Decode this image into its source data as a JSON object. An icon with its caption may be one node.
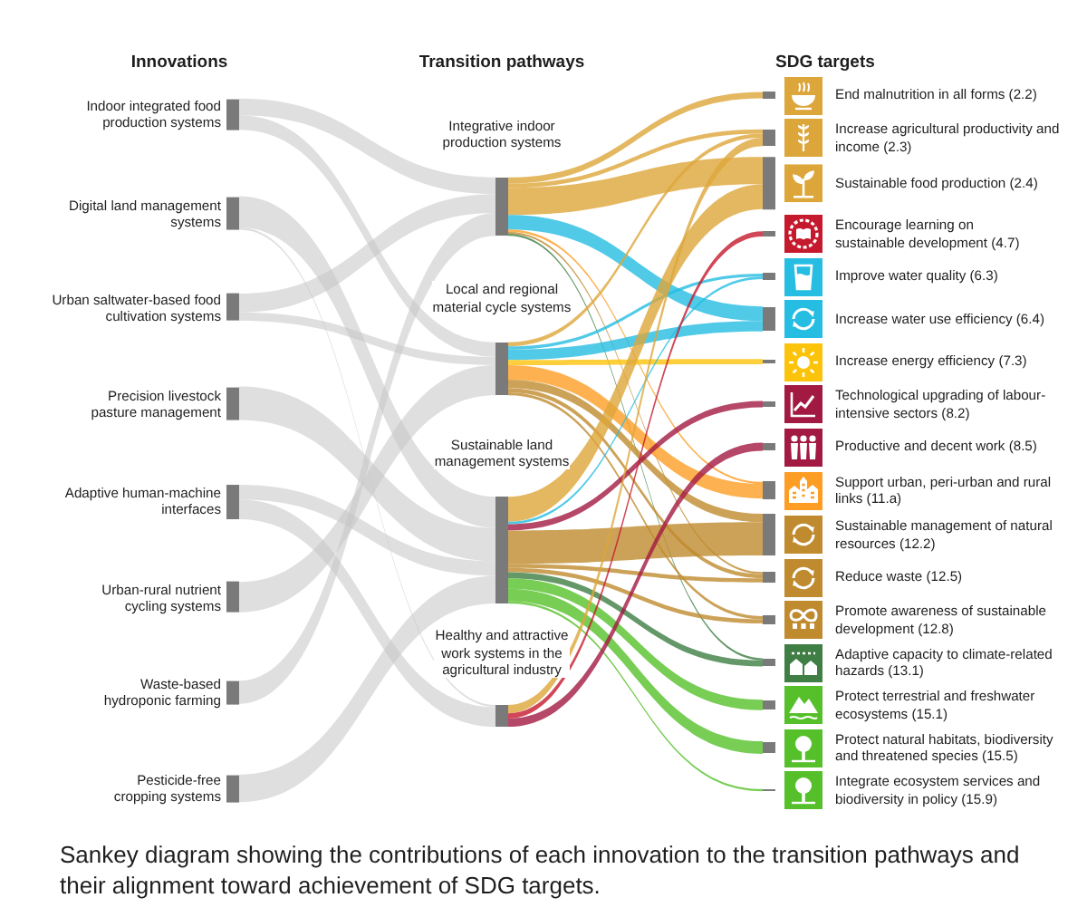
{
  "diagram": {
    "caption": "Sankey diagram showing the contributions of each innovation to the transition pathways and their alignment toward achievement of SDG targets.",
    "nodes": [
      {
        "text": [
          "Indoor integrated food production systems"
        ]
      },
      {
        "text": [
          "Digital land management systems"
        ]
      },
      {
        "text": [
          "Urban saltwater-based food cultivation systems"
        ]
      },
      {
        "text": [
          "Precision livestock pasture management"
        ]
      },
      {
        "text": [
          "Adaptive human-machine interfaces"
        ]
      },
      {
        "text": [
          "Urban-rural nutrient cycling systems"
        ]
      },
      {
        "text": [
          "Waste-based hydroponic farming"
        ]
      },
      {
        "text": [
          "Pesticide-free cropping systems"
        ]
      },
      {
        "text": [
          "Integrative indoor production systems"
        ]
      },
      {
        "text": [
          "Local and regional material cycle systems"
        ]
      },
      {
        "text": [
          "Sustainable land management systems"
        ]
      },
      {
        "text": [
          "Healthy and attractive work systems in the agricultural industry"
        ]
      },
      {
        "text": [
          "End malnutrition in all forms (2.2)"
        ]
      },
      {
        "text": [
          "Increase agricultural productivity and income (2.3)"
        ]
      },
      {
        "text": [
          "Sustainable food production (2.4)"
        ]
      },
      {
        "text": [
          "Encourage learning on sustainable development (4.7)"
        ]
      },
      {
        "text": [
          "Improve water quality (6.3)"
        ]
      },
      {
        "text": [
          "Increase water use efficiency (6.4)"
        ]
      },
      {
        "text": [
          "Increase energy efficiency (7.3)"
        ]
      },
      {
        "text": [
          "Technological upgrading of labour-intensive sectors (8.2)"
        ]
      },
      {
        "text": [
          "Productive and decent work (8.5)"
        ]
      },
      {
        "text": [
          "Support urban, peri-urban and rural links (11.a)"
        ]
      },
      {
        "text": [
          "Sustainable management of natural resources (12.2)"
        ]
      },
      {
        "text": [
          "Reduce waste (12.5)"
        ]
      },
      {
        "text": [
          "Promote awareness of sustainable development (12.8)"
        ]
      },
      {
        "text": [
          "Adaptive capacity to climate-related hazards (13.1)"
        ]
      },
      {
        "text": [
          "Protect terrestrial and freshwater ecosystems (15.1)"
        ]
      },
      {
        "text": [
          "Protect natural habitats, biodiversity and threatened species (15.5)"
        ]
      },
      {
        "text": [
          "Integrate ecosystem services and biodiversity in policy (15.9)"
        ]
      }
    ],
    "edges": [
      {
        "from": 0,
        "to": 8,
        "arrow": "none"
      },
      {
        "from": 0,
        "to": 9,
        "arrow": "none"
      },
      {
        "from": 1,
        "to": 10,
        "arrow": "none"
      },
      {
        "from": 1,
        "to": 11,
        "arrow": "none"
      },
      {
        "from": 2,
        "to": 8,
        "arrow": "none"
      },
      {
        "from": 2,
        "to": 9,
        "arrow": "none"
      },
      {
        "from": 3,
        "to": 10,
        "arrow": "none"
      },
      {
        "from": 4,
        "to": 10,
        "arrow": "none"
      },
      {
        "from": 4,
        "to": 11,
        "arrow": "none"
      },
      {
        "from": 5,
        "to": 9,
        "arrow": "none"
      },
      {
        "from": 6,
        "to": 8,
        "arrow": "none"
      },
      {
        "from": 7,
        "to": 10,
        "arrow": "none"
      },
      {
        "from": 8,
        "to": 12,
        "arrow": "none",
        "color": "#dda63a"
      },
      {
        "from": 8,
        "to": 13,
        "arrow": "none",
        "color": "#dda63a"
      },
      {
        "from": 8,
        "to": 14,
        "arrow": "none",
        "color": "#dda63a"
      },
      {
        "from": 8,
        "to": 17,
        "arrow": "none",
        "color": "#26bde2"
      },
      {
        "from": 8,
        "to": 21,
        "arrow": "none",
        "color": "#fd9d24"
      },
      {
        "from": 8,
        "to": 23,
        "arrow": "none",
        "color": "#bf8b2e"
      },
      {
        "from": 8,
        "to": 25,
        "arrow": "none",
        "color": "#3f7e44"
      },
      {
        "from": 9,
        "to": 13,
        "arrow": "none",
        "color": "#dda63a"
      },
      {
        "from": 9,
        "to": 16,
        "arrow": "none",
        "color": "#26bde2"
      },
      {
        "from": 9,
        "to": 17,
        "arrow": "none",
        "color": "#26bde2"
      },
      {
        "from": 9,
        "to": 18,
        "arrow": "none",
        "color": "#fcc30b"
      },
      {
        "from": 9,
        "to": 21,
        "arrow": "none",
        "color": "#fd9d24"
      },
      {
        "from": 9,
        "to": 22,
        "arrow": "none",
        "color": "#bf8b2e"
      },
      {
        "from": 9,
        "to": 23,
        "arrow": "none",
        "color": "#bf8b2e"
      },
      {
        "from": 9,
        "to": 24,
        "arrow": "none",
        "color": "#bf8b2e"
      },
      {
        "from": 10,
        "to": 14,
        "arrow": "none",
        "color": "#dda63a"
      },
      {
        "from": 10,
        "to": 16,
        "arrow": "none",
        "color": "#26bde2"
      },
      {
        "from": 10,
        "to": 19,
        "arrow": "none",
        "color": "#a21942"
      },
      {
        "from": 10,
        "to": 22,
        "arrow": "none",
        "color": "#bf8b2e"
      },
      {
        "from": 10,
        "to": 23,
        "arrow": "none",
        "color": "#bf8b2e"
      },
      {
        "from": 10,
        "to": 24,
        "arrow": "none",
        "color": "#bf8b2e"
      },
      {
        "from": 10,
        "to": 25,
        "arrow": "none",
        "color": "#3f7e44"
      },
      {
        "from": 10,
        "to": 26,
        "arrow": "none",
        "color": "#56c02b"
      },
      {
        "from": 10,
        "to": 27,
        "arrow": "none",
        "color": "#56c02b"
      },
      {
        "from": 10,
        "to": 28,
        "arrow": "none",
        "color": "#56c02b"
      },
      {
        "from": 11,
        "to": 13,
        "arrow": "none",
        "color": "#dda63a"
      },
      {
        "from": 11,
        "to": 20,
        "arrow": "none",
        "color": "#a21942"
      },
      {
        "from": 11,
        "to": 15,
        "arrow": "none",
        "color": "#c5192d"
      }
    ],
    "labels": [
      "Innovations",
      "Transition pathways",
      "SDG targets"
    ]
  }
}
